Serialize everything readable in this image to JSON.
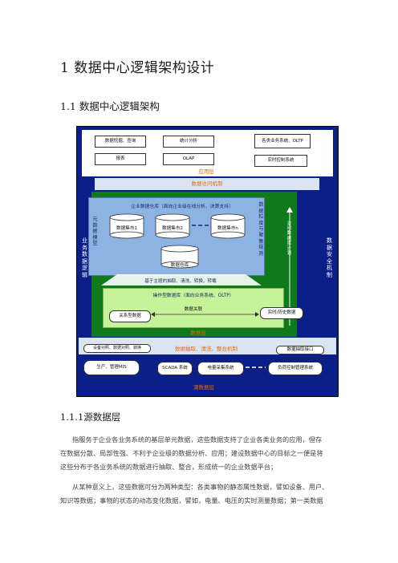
{
  "headings": {
    "h1": "1 数据中心逻辑架构设计",
    "h2": "1.1 数据中心逻辑架构",
    "h3": "1.1.1源数据层"
  },
  "diagram": {
    "top_apps": {
      "mining": "数据挖掘、查询",
      "report": "报表",
      "stats": "统计分析",
      "olap": "OLAP",
      "biz": "各类业务系统、OLTP",
      "realtime_ctrl": "实时控制系统"
    },
    "app_layer": "应用层",
    "access": "数据访问机制",
    "left_side": "业务数据逻辑",
    "right_side": "数据安全机制",
    "warehouse": "企业数据仓库（面向企业级在线分析、决策支持）",
    "metadata": "元数据模型",
    "mart1": "数据集市1",
    "mart2": "数据集市2",
    "martn": "数据集市n",
    "dw": "数据仓库",
    "granularity": "数据粒度与聚集规则",
    "access_plan": "访问数据库计划",
    "etl_top": "基于主题的抽取、清洗、转换、转载",
    "ods": "操作型数据库（面向业务系统、OLTP）",
    "relational": "关系型数据",
    "link": "数据关联",
    "hist": "实时/历史数据",
    "data_layer": "数据层",
    "extract": "数据抽取、清洗、整合机制",
    "rel_db": "设备对照、数据对照、转换",
    "interface": "数据抽取接口",
    "prod": "生产、管理MIS",
    "scada": "SCADA  系统",
    "meter": "电量采集系统",
    "load": "负荷控制管理系统",
    "source_layer": "源数据层",
    "colors": {
      "navy": "#0b1f88",
      "lightblue": "#dbe5f1",
      "green": "#0f7a1c",
      "lime": "#c6f29a",
      "orange": "#e46c0a"
    }
  },
  "paragraphs": {
    "p1_line1": "指服务于企业各业务系统的基层单元数据，这些数据支持了企业各类业务的应用，但存",
    "p1_line2": "在数据分散、局部性强、不利于企业级的数据分析、应用；建设数据中心的目标之一便是将",
    "p1_line3": "这些分布于各业务系统的数据进行抽取、整合，形成统一的企业数据平台；",
    "p2_line1": "从某种意义上，这些数据可分为两种类型：各类事物的静态属性数据，譬如设备、用户、",
    "p2_line2": "知识等数据；事物的状态的动态变化数据，譬如，电量、电压的实时测量数据；第一类数据"
  }
}
